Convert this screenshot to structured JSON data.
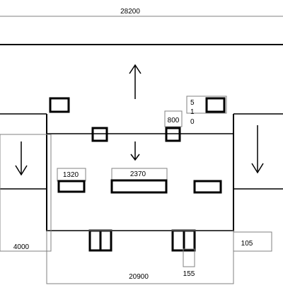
{
  "labels": {
    "overall_width": "28200",
    "left_offset": "4000",
    "bottom_width": "20900",
    "right_offset": "105",
    "bottom_gap": "155",
    "window_top": "800",
    "left_box": "1320",
    "center_box": "2370",
    "vertical_digits": [
      "5",
      "1",
      "0"
    ]
  },
  "colors": {
    "line": "#000000",
    "dim_line": "#808080",
    "background": "#ffffff"
  },
  "icons": [
    "arrow-up-icon",
    "arrow-down-icon"
  ]
}
